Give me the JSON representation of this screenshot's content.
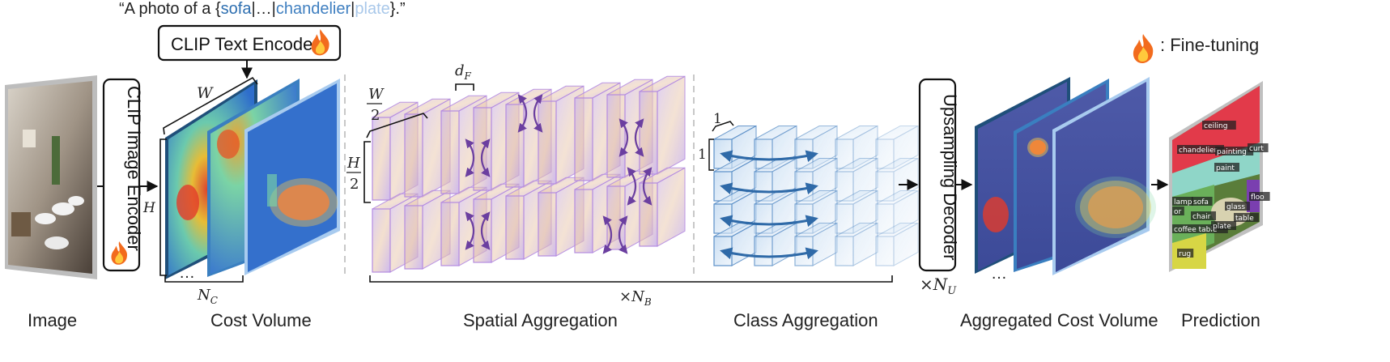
{
  "prompt": {
    "prefix": "“A photo of a {",
    "cls1": "sofa",
    "sep1": "|",
    "dots": "…",
    "sep2": "|",
    "cls2": "chandelier",
    "sep3": "|",
    "cls3": "plate",
    "suffix": "}.”",
    "colors": {
      "cls1": "#2e6fb0",
      "cls2": "#3f7fc0",
      "cls3": "#a9c8ea"
    }
  },
  "legend": {
    "icon": "fire-icon",
    "text": ": Fine-tuning"
  },
  "blocks": {
    "clip_text_encoder": "CLIP Text Encoder",
    "clip_image_encoder": "CLIP Image Encoder",
    "upsampling_decoder": "Upsampling Decoder"
  },
  "math": {
    "W": "W",
    "H": "H",
    "NC": "N",
    "NC_sub": "C",
    "W2_num": "W",
    "W2_den": "2",
    "H2_num": "H",
    "H2_den": "2",
    "dF": "d",
    "dF_sub": "F",
    "one_a": "1",
    "one_b": "1",
    "times_NB": "×N",
    "NB_sub": "B",
    "times_NU": "×N",
    "NU_sub": "U",
    "ellipsis_cost": "…",
    "ellipsis_agg": "…"
  },
  "captions": {
    "image": "Image",
    "cost_volume": "Cost Volume",
    "spatial": "Spatial Aggregation",
    "class": "Class Aggregation",
    "aggregated": "Aggregated Cost Volume",
    "prediction": "Prediction"
  },
  "prediction_labels": [
    "ceiling",
    "chandelier",
    "painting",
    "curt",
    "paint",
    "lamp",
    "sofa",
    "glass",
    "floo",
    "chair",
    "table",
    "coffee table",
    "plate",
    "rug",
    "or"
  ],
  "colors": {
    "spatial_purple": "#b48be0",
    "class_blue": "#5b8fc7",
    "arrow_purple": "#6b3fa0",
    "arrow_blue": "#2f6aa8",
    "frame_dark": "#1f4f7a",
    "frame_mid": "#3a7fc0",
    "frame_light": "#a8cbef"
  }
}
